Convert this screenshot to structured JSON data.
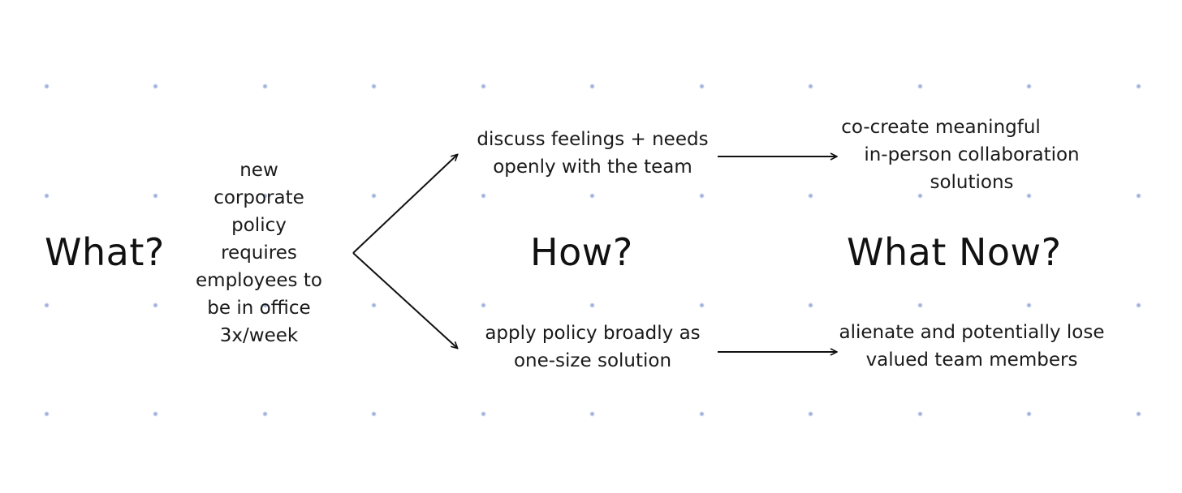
{
  "headings": {
    "what": "What?",
    "how": "How?",
    "what_now": "What Now?"
  },
  "situation": {
    "lines": [
      "new",
      "corporate",
      "policy",
      "requires",
      "employees to",
      "be in office",
      "3x/week"
    ]
  },
  "paths": {
    "top_action": {
      "lines": [
        "discuss feelings + needs",
        "openly with the team"
      ]
    },
    "top_outcome": {
      "lines": [
        "co-create meaningful",
        "in-person collaboration",
        "solutions"
      ]
    },
    "bottom_action": {
      "lines": [
        "apply policy broadly as",
        "one-size solution"
      ]
    },
    "bottom_outcome": {
      "lines": [
        "alienate and potentially lose",
        "valued team members"
      ]
    }
  },
  "colors": {
    "text": "#111111",
    "dots": "#7f98cf"
  },
  "icons": {
    "branch_arrows": "arrow-icon",
    "flow_arrows": "arrow-right-icon"
  }
}
